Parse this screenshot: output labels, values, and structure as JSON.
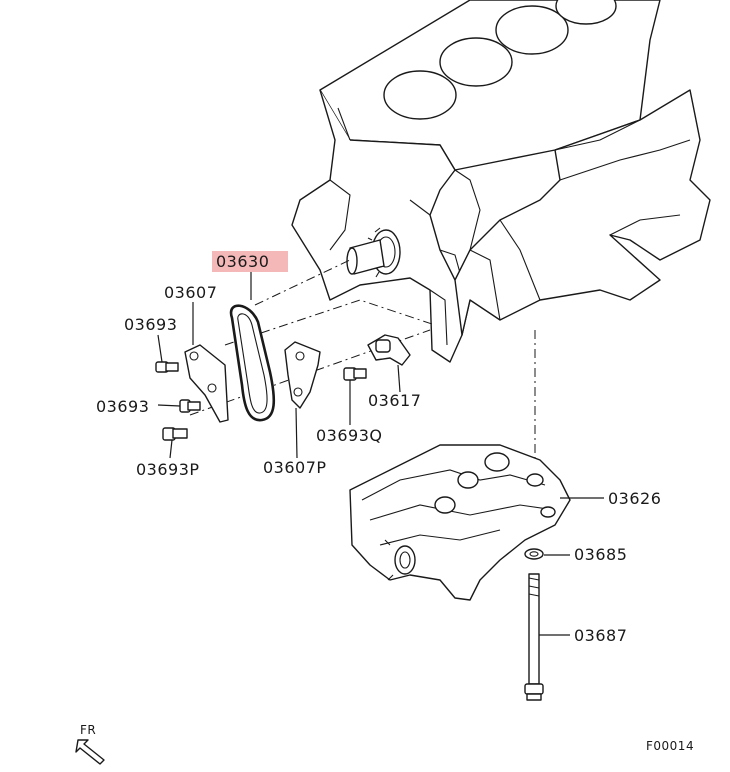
{
  "highlight_color": "#f4b8b8",
  "labels": {
    "timing_chain": "03630",
    "guide_left": "03607",
    "bolt_upper": "03693",
    "bolt_mid": "03693",
    "bolt_lower": "03693P",
    "tensioner": "03617",
    "bolt_tensioner": "03693Q",
    "guide_right": "03607P",
    "balancer": "03626",
    "washer": "03685",
    "long_bolt": "03687"
  },
  "front_indicator": "FR",
  "figure_code": "F00014",
  "icons": {
    "front": "front-arrow-icon"
  }
}
